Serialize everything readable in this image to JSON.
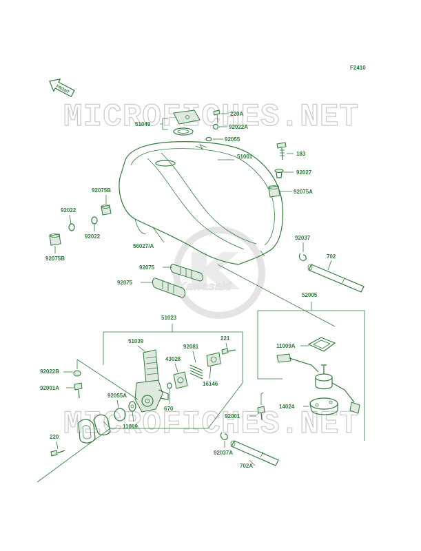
{
  "figure_code": "F2410",
  "front_label": "FRONT",
  "watermark": "MICROFICHES.NET",
  "logo_text": "Kawasaki",
  "colors": {
    "line": "#2f7a3a",
    "watermark": "#c9c9c9",
    "background": "#ffffff"
  },
  "labels": {
    "p220A": "220A",
    "p51049": "51049",
    "p92022A": "92022A",
    "p92055": "92055",
    "p183": "183",
    "p51001": "51001",
    "p92027": "92027",
    "p92075B_top": "92075B",
    "p92075A": "92075A",
    "p92022_l": "92022",
    "p92022_r": "92022",
    "p92075B_bot": "92075B",
    "p56027A": "56027/A",
    "p92037": "92037",
    "p702": "702",
    "p92075_a": "92075",
    "p92075_b": "92075",
    "p52005": "52005",
    "p51023": "51023",
    "p51039": "51039",
    "p92081": "92081",
    "p221": "221",
    "p11009A": "11009A",
    "p43028": "43028",
    "p16146": "16146",
    "p92022B": "92022B",
    "p92001A": "92001A",
    "p92055A": "92055A",
    "p670": "670",
    "p11009": "11009",
    "p14024": "14024",
    "p92001": "92001",
    "p220": "220",
    "p92037A": "92037A",
    "p702A": "702A"
  }
}
